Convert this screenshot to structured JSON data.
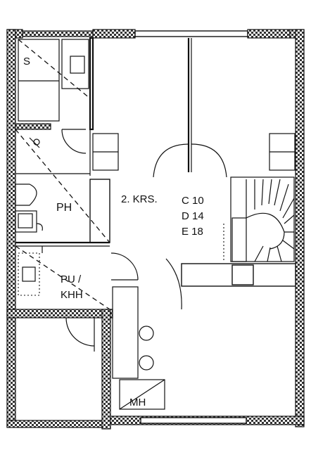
{
  "plan": {
    "floor_label": "2. KRS.",
    "room_codes": [
      "C 10",
      "D 14",
      "E 18"
    ],
    "rooms": {
      "sauna": "S",
      "bathroom": "PH",
      "utility_line1": "PU /",
      "utility_line2": "KHH",
      "storage": "MH"
    }
  }
}
